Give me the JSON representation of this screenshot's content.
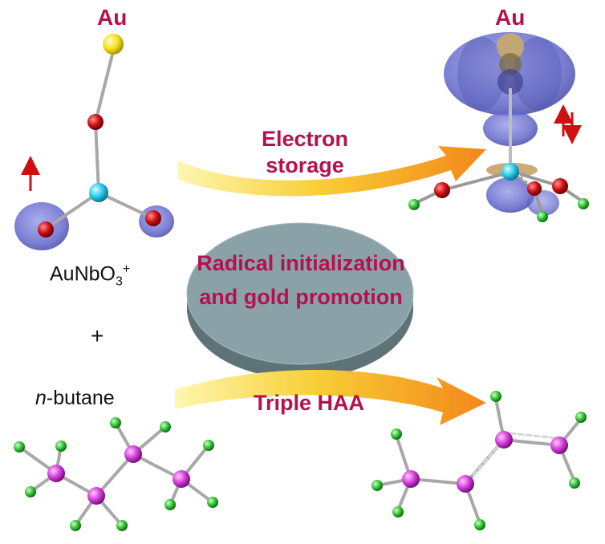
{
  "labels": {
    "au_left": "Au",
    "au_right": "Au",
    "electron_line1": "Electron",
    "electron_line2": "storage",
    "reactant_formula_base": "AuNbO",
    "reactant_subscript": "3",
    "reactant_superscript": "+",
    "plus_sign": "+",
    "butane_italic": "n",
    "butane_rest": "-butane",
    "triple_haa": "Triple HAA",
    "center_line1": "Radical initialization",
    "center_line2": "and gold promotion"
  },
  "colors": {
    "label_pink": "#b3124e",
    "gold_atom": "#f4e21a",
    "oxygen_atom": "#cc0a10",
    "niobium_atom": "#22c8e8",
    "carbon_atom": "#d23ad8",
    "hydrogen_atom": "#2fc12f",
    "spin_density": "#5a5fc8",
    "disk_top": "#8aa1a7",
    "disk_edge": "#6d8389",
    "arrow_gradient_start": "#fff6b0",
    "arrow_gradient_end": "#f3861a",
    "spin_arrow": "#d01010"
  }
}
